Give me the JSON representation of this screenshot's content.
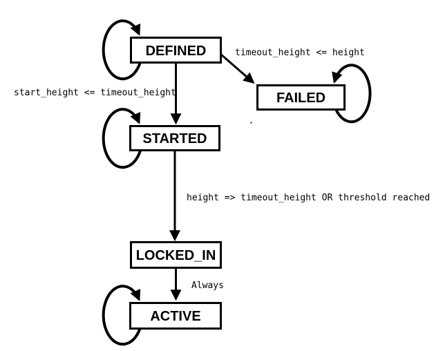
{
  "diagram": {
    "type": "state-machine",
    "background_color": "#ffffff",
    "stroke_color": "#000000",
    "node_fill_color": "#ffffff",
    "states": [
      {
        "id": "DEFINED",
        "label": "DEFINED"
      },
      {
        "id": "FAILED",
        "label": "FAILED"
      },
      {
        "id": "STARTED",
        "label": "STARTED"
      },
      {
        "id": "LOCKED_IN",
        "label": "LOCKED_IN"
      },
      {
        "id": "ACTIVE",
        "label": "ACTIVE"
      }
    ],
    "transitions": [
      {
        "from": "DEFINED",
        "to": "DEFINED",
        "label": ""
      },
      {
        "from": "DEFINED",
        "to": "FAILED",
        "label": "timeout_height <= height"
      },
      {
        "from": "DEFINED",
        "to": "STARTED",
        "label": "start_height <= timeout_height"
      },
      {
        "from": "FAILED",
        "to": "FAILED",
        "label": ""
      },
      {
        "from": "STARTED",
        "to": "STARTED",
        "label": ""
      },
      {
        "from": "STARTED",
        "to": "LOCKED_IN",
        "label": "height => timeout_height OR threshold reached"
      },
      {
        "from": "LOCKED_IN",
        "to": "ACTIVE",
        "label": "Always"
      },
      {
        "from": "ACTIVE",
        "to": "ACTIVE",
        "label": ""
      }
    ]
  }
}
